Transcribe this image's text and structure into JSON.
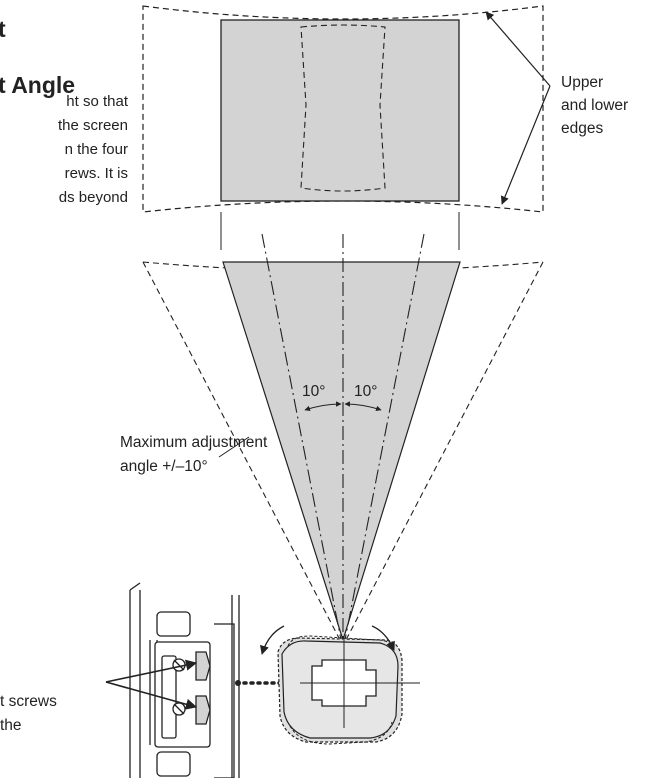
{
  "page": {
    "heading_top": "t",
    "heading_main": "t Angle",
    "body_lines": [
      "ht so that",
      "the screen",
      "n the four",
      "rews. It is",
      "ds beyond"
    ]
  },
  "diagram": {
    "labels": {
      "edges_line1": "Upper",
      "edges_line2": "and lower",
      "edges_line3": "edges",
      "angle_left": "10°",
      "angle_right": "10°",
      "max_line1": "Maximum adjustment",
      "max_line2": "angle +/–10°",
      "screws_line1": "t screws",
      "screws_line2": "the"
    },
    "colors": {
      "fill": "#d3d3d3",
      "line": "#222222"
    }
  }
}
